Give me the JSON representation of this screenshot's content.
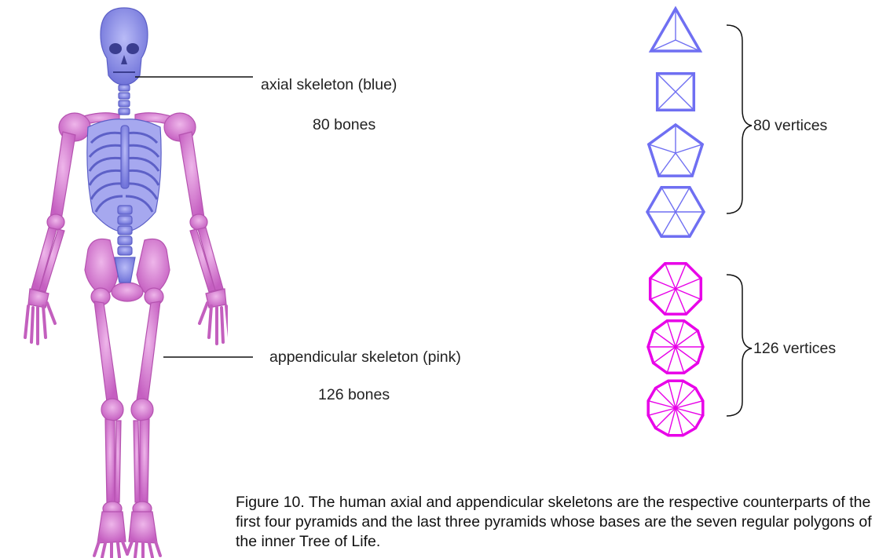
{
  "labels": {
    "axial_title": "axial skeleton (blue)",
    "axial_count": "80 bones",
    "appendicular_title": "appendicular skeleton (pink)",
    "appendicular_count": "126 bones",
    "vertices_top": "80 vertices",
    "vertices_bottom": "126 vertices"
  },
  "caption": "Figure 10. The human axial and appendicular skeletons are the respective counterparts of the first four pyramids and the last three pyramids whose bases are the seven regular polygons of the inner Tree of Life.",
  "colors": {
    "axial": "#6f6ff2",
    "axial_fill": "#9a9cf0",
    "appendicular": "#e800e8",
    "appendicular_fill": "#d98ad6",
    "text": "#222222"
  },
  "polygons": [
    {
      "name": "triangle",
      "sides": 3,
      "group": "axial"
    },
    {
      "name": "square",
      "sides": 4,
      "group": "axial"
    },
    {
      "name": "pentagon",
      "sides": 5,
      "group": "axial"
    },
    {
      "name": "hexagon",
      "sides": 6,
      "group": "axial"
    },
    {
      "name": "octagon",
      "sides": 8,
      "group": "appendicular"
    },
    {
      "name": "decagon",
      "sides": 10,
      "group": "appendicular"
    },
    {
      "name": "dodecagon",
      "sides": 12,
      "group": "appendicular"
    }
  ]
}
